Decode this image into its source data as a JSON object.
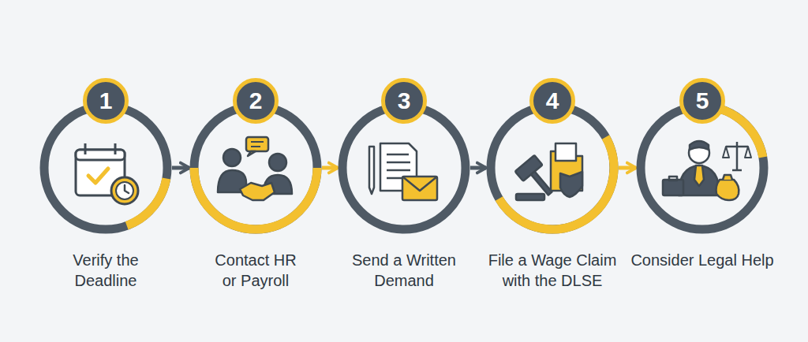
{
  "diagram": {
    "nodes": [
      {
        "text": [
          "1",
          "Verify the Deadline"
        ]
      },
      {
        "text": [
          "2",
          "Contact HR or Payroll"
        ]
      },
      {
        "text": [
          "3",
          "Send a Written Demand"
        ]
      },
      {
        "text": [
          "4",
          "File a Wage Claim with the DLSE"
        ]
      },
      {
        "text": [
          "5",
          "Consider Legal Help"
        ]
      }
    ],
    "edges": [
      {
        "from": 0,
        "to": 1,
        "arrow": "to"
      },
      {
        "from": 1,
        "to": 2,
        "arrow": "to"
      },
      {
        "from": 2,
        "to": 3,
        "arrow": "to"
      },
      {
        "from": 3,
        "to": 4,
        "arrow": "to"
      }
    ]
  }
}
